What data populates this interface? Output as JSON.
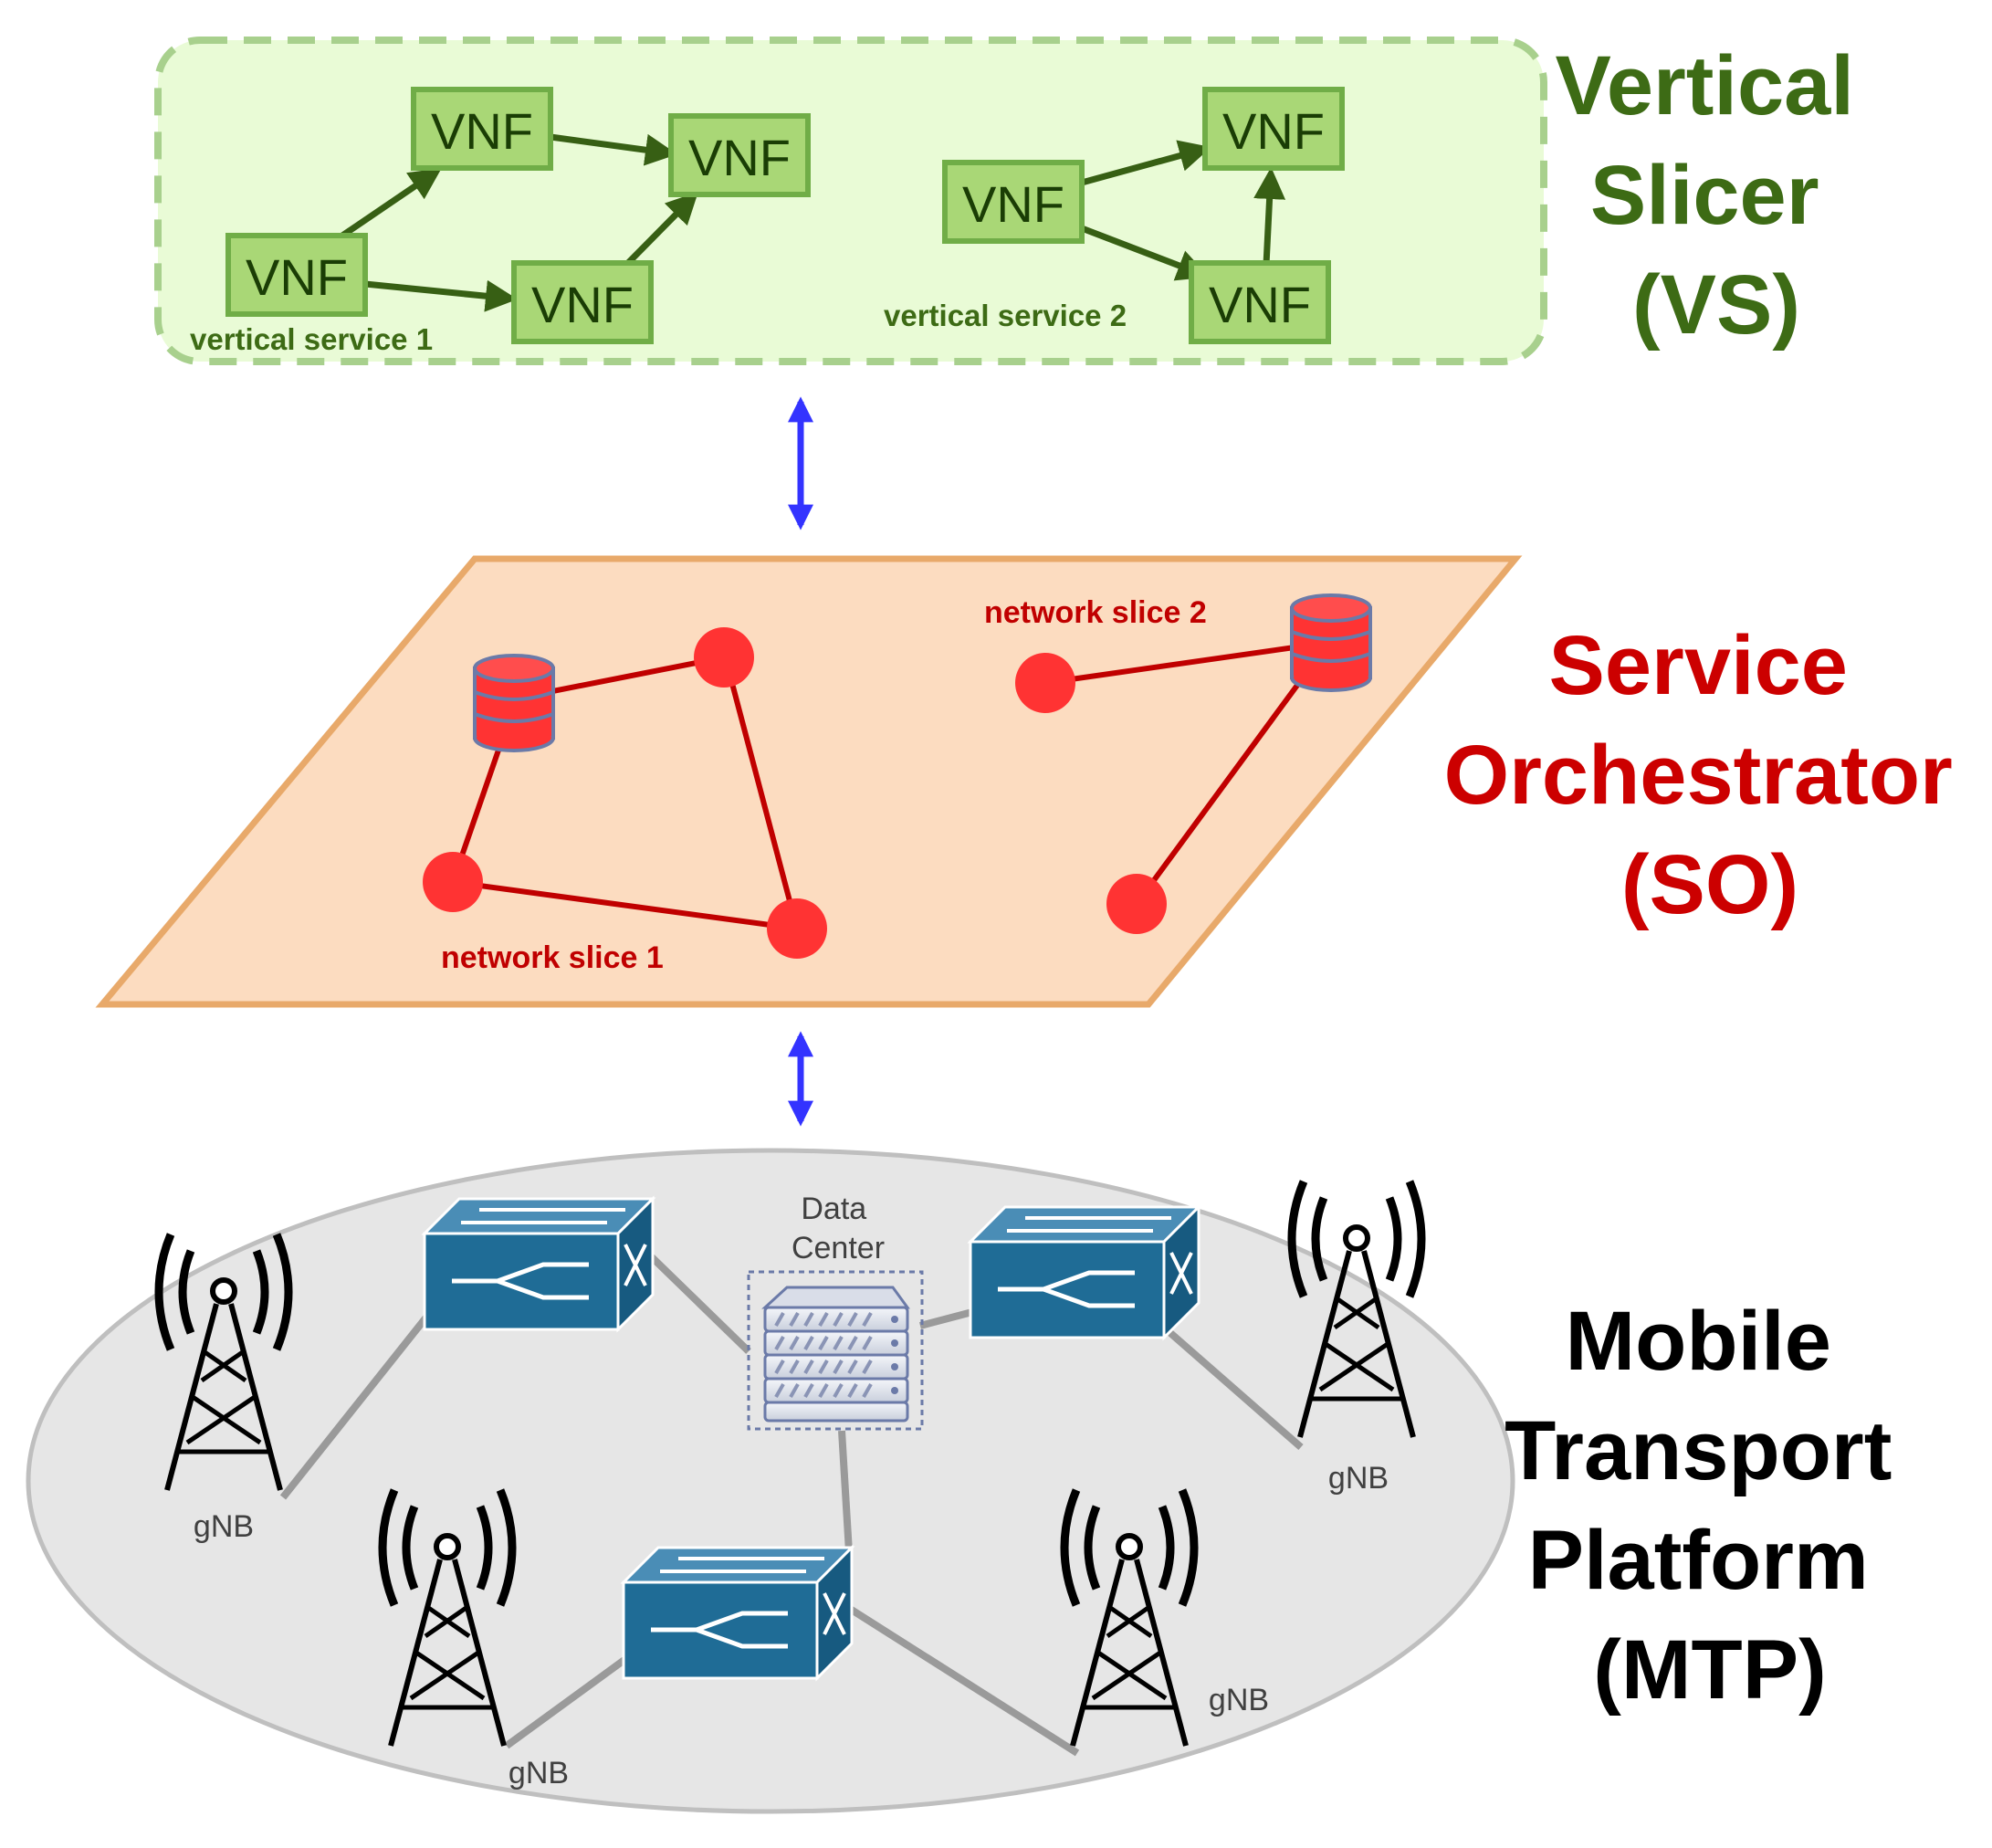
{
  "layers": {
    "vs": {
      "title_lines": [
        "Vertical",
        "Slicer",
        "(VS)"
      ],
      "color": "#3d6b15",
      "vnf_label": "VNF",
      "service1_label": "vertical service 1",
      "service2_label": "vertical service 2"
    },
    "so": {
      "title_lines": [
        "Service",
        "Orchestrator",
        "(SO)"
      ],
      "color": "#cc0000",
      "slice1_label": "network slice 1",
      "slice2_label": "network slice 2"
    },
    "mtp": {
      "title_lines": [
        "Mobile",
        "Transport",
        "Platform",
        "(MTP)"
      ],
      "color": "#000000",
      "data_center_lines": [
        "Data",
        "Center"
      ],
      "gnb_label": "gNB"
    }
  },
  "colors": {
    "vs_fill": "#e9fbd6",
    "vs_border": "#a8d08d",
    "vnf_fill": "#a9d776",
    "vnf_border": "#70ad47",
    "vs_arrow": "#375f14",
    "so_fill": "#fcdcc0",
    "so_border": "#e8a96a",
    "so_link": "#c00000",
    "so_node": "#ff3333",
    "mtp_fill": "#e6e6e6",
    "mtp_border": "#bfbfbf",
    "mtp_link": "#9a9a9a",
    "switch": "#1f6c96",
    "interlayer_arrow": "#3333ff"
  }
}
